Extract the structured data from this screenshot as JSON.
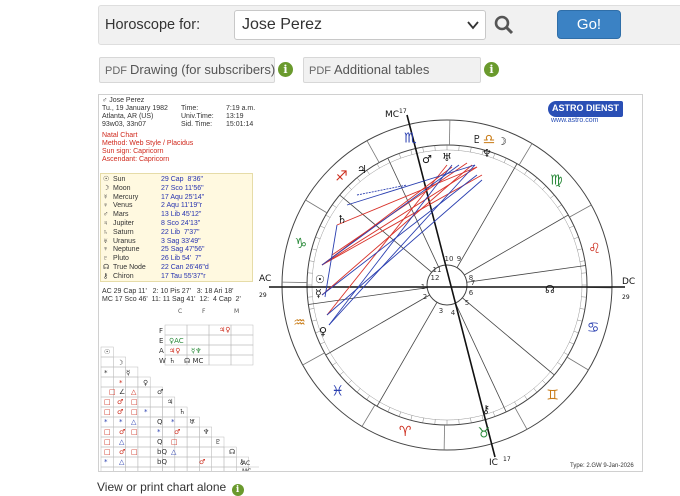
{
  "search": {
    "label": "Horoscope for:",
    "selected": "Jose Perez",
    "go": "Go!"
  },
  "pdf": {
    "tag": "PDF",
    "drawing": "Drawing (for subscribers)",
    "tables": "Additional tables",
    "info": "i"
  },
  "person": {
    "name": "♂ Jose Perez",
    "date": "Tu., 19 January 1982",
    "time_label": "Time:",
    "time": "7:19 a.m.",
    "place": "Atlanta, AR (US)",
    "ut_label": "Univ.Time:",
    "ut": "13:19",
    "coords": "93w03, 33n07",
    "sid_label": "Sid. Time:",
    "sid": "15:01:14"
  },
  "chart_info": [
    "Natal Chart",
    "Method: Web Style / Placidus",
    "Sun sign: Capricorn",
    "Ascendant: Capricorn"
  ],
  "planets": [
    {
      "glyph": "☉",
      "name": "Sun",
      "pos": "29 Cap  8'36\""
    },
    {
      "glyph": "☽",
      "name": "Moon",
      "pos": "27 Sco 11'56\""
    },
    {
      "glyph": "☿",
      "name": "Mercury",
      "pos": "17 Aqu 25'14\""
    },
    {
      "glyph": "♀",
      "name": "Venus",
      "pos": "2 Aqu 11'19\"r"
    },
    {
      "glyph": "♂",
      "name": "Mars",
      "pos": "13 Lib 45'12\""
    },
    {
      "glyph": "♃",
      "name": "Jupiter",
      "pos": "8 Sco 24'13\""
    },
    {
      "glyph": "♄",
      "name": "Saturn",
      "pos": "22 Lib  7'37\""
    },
    {
      "glyph": "♅",
      "name": "Uranus",
      "pos": "3 Sag 33'49\""
    },
    {
      "glyph": "♆",
      "name": "Neptune",
      "pos": "25 Sag 47'56\""
    },
    {
      "glyph": "♇",
      "name": "Pluto",
      "pos": "26 Lib 54'  7\""
    },
    {
      "glyph": "☊",
      "name": "True Node",
      "pos": "22 Can 26'46\"d"
    },
    {
      "glyph": "⚷",
      "name": "Chiron",
      "pos": "17 Tau 55'37\"r"
    }
  ],
  "houses": {
    "row1": "AC 29 Cap 11'   2: 10 Pis 27'   3: 18 Ari 18'",
    "row2": "MC 17 Sco 46'  11: 11 Sag 41'  12:  4 Cap  2'"
  },
  "grid_header": {
    "c": "C",
    "f": "F",
    "m": "M"
  },
  "wheel": {
    "logo_top": "ASTRO DIENST",
    "logo_url": "www.astro.com",
    "mc": "MC",
    "mc_deg": "17",
    "ic": "IC",
    "ic_deg": "17",
    "ac": "AC",
    "ac_deg": "29",
    "dc": "DC",
    "dc_deg": "29",
    "type_label": "Type: 2.GW   9-Jan-2026"
  },
  "footer": {
    "link": "View or print chart alone"
  }
}
